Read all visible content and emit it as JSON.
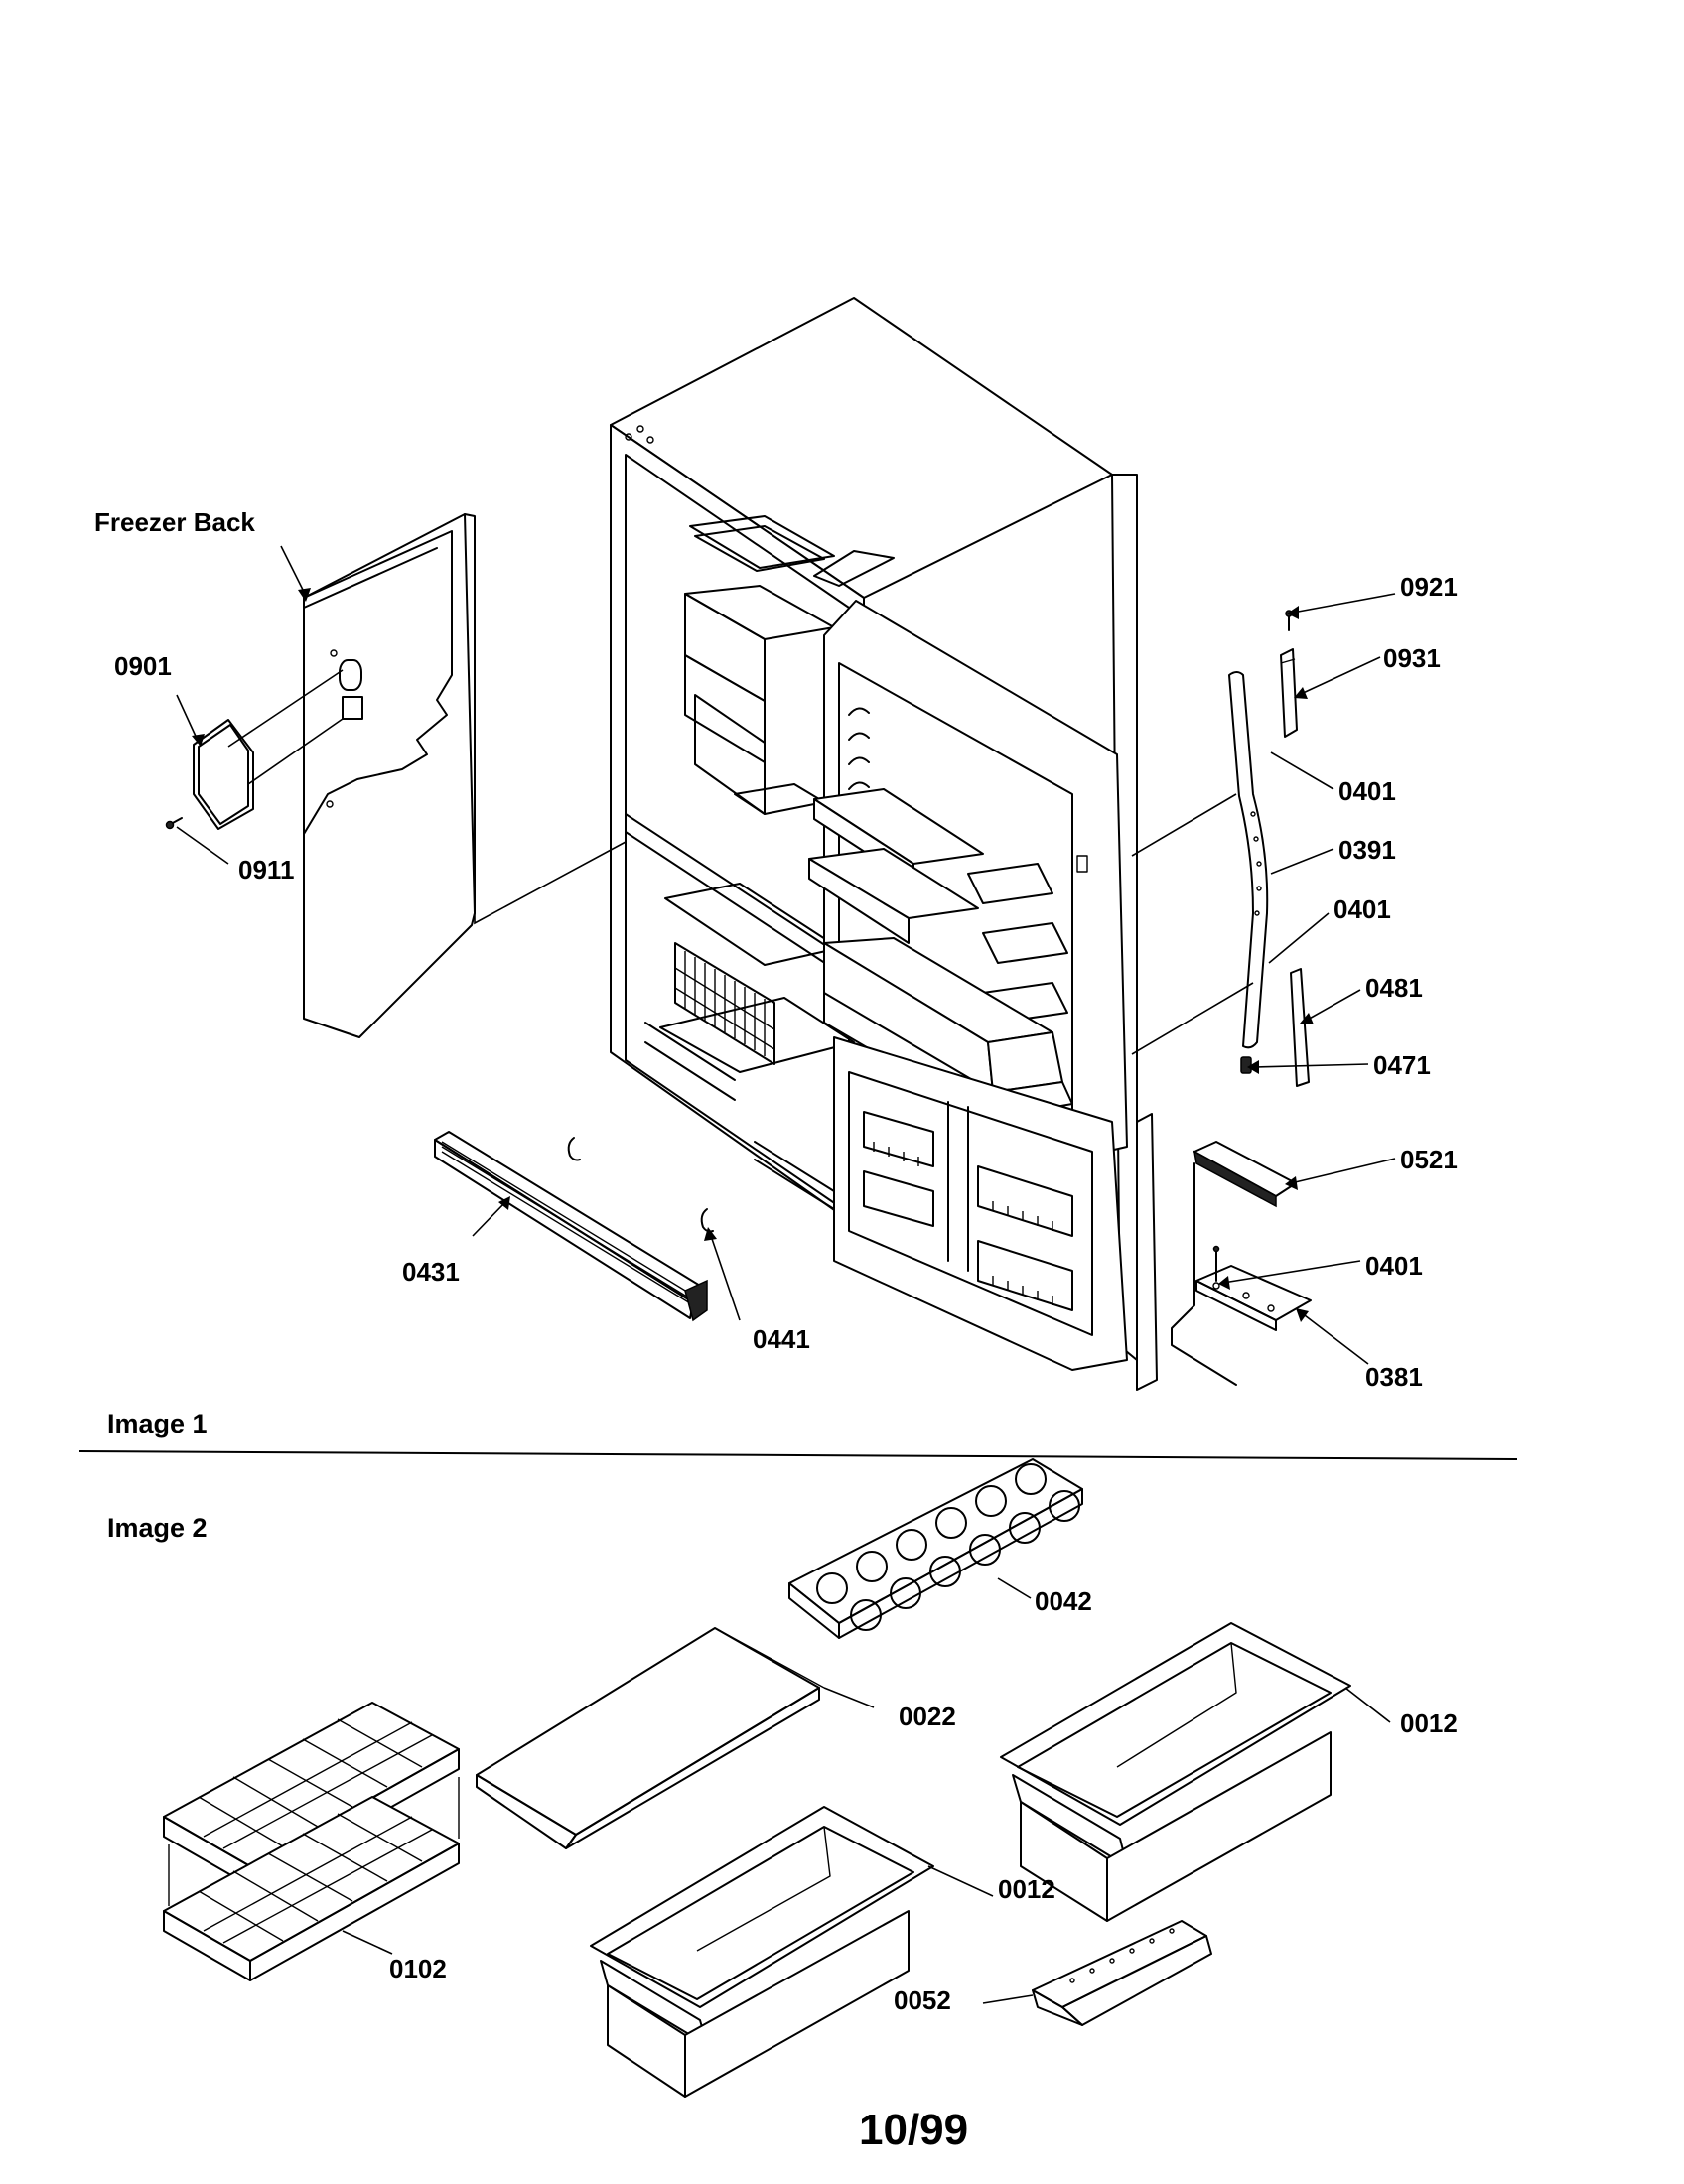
{
  "section_labels": {
    "image1": "Image 1",
    "image2": "Image 2"
  },
  "callouts": {
    "freezer_back": "Freezer Back",
    "p0901": "0901",
    "p0911": "0911",
    "p0921": "0921",
    "p0931": "0931",
    "p0401_a": "0401",
    "p0391": "0391",
    "p0401_b": "0401",
    "p0481": "0481",
    "p0471": "0471",
    "p0521": "0521",
    "p0401_c": "0401",
    "p0381": "0381",
    "p0431": "0431",
    "p0441": "0441",
    "p0042": "0042",
    "p0022": "0022",
    "p0012_a": "0012",
    "p0012_b": "0012",
    "p0102": "0102",
    "p0052": "0052"
  },
  "footer": {
    "page_number": "10/99"
  }
}
